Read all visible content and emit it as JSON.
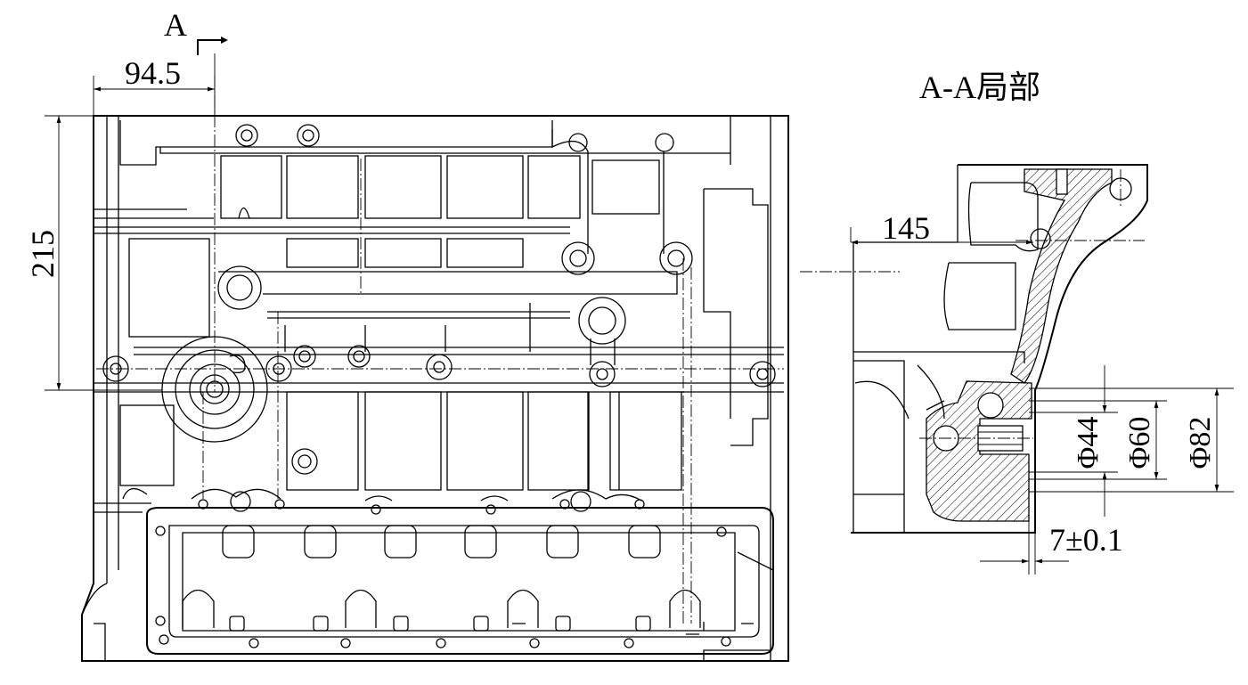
{
  "labels": {
    "section_marker": "A",
    "section_title": "A-A局部"
  },
  "dimensions": {
    "offset_horizontal": "94.5",
    "height_vertical": "215",
    "offset_section": "145",
    "dia_inner": "Φ44",
    "dia_mid": "Φ60",
    "dia_outer": "Φ82",
    "tolerance_depth": "7±0.1"
  }
}
